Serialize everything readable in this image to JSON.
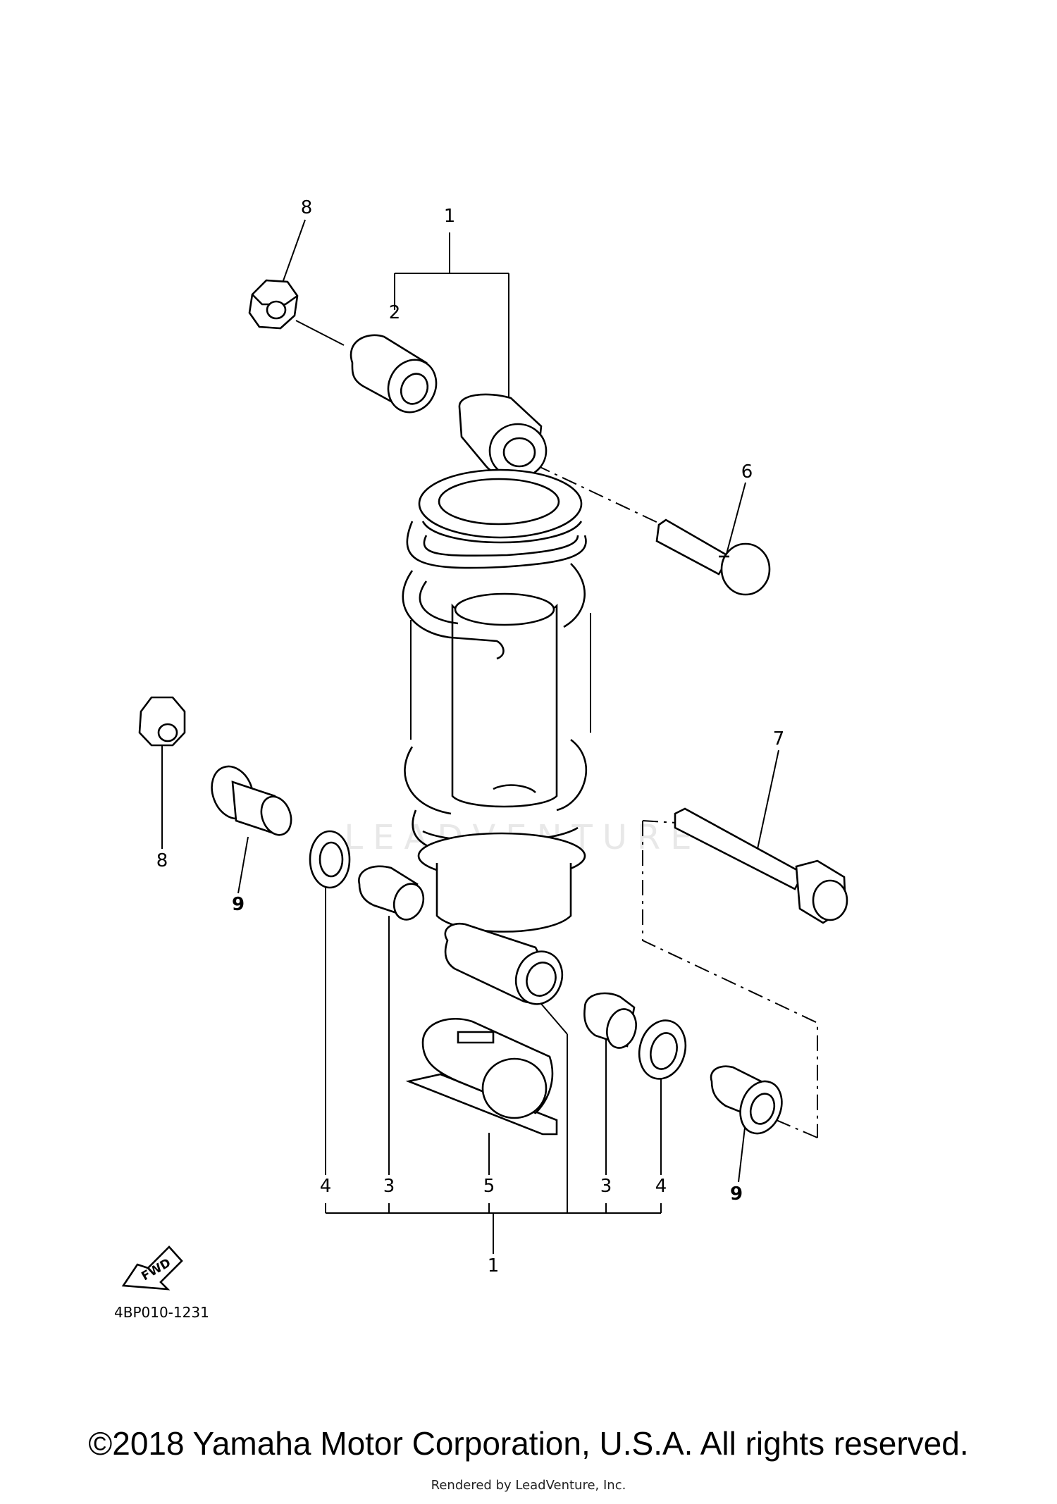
{
  "diagram": {
    "callouts": {
      "top_group": "1",
      "bottom_group": "1",
      "collar_top": "2",
      "bush_left": "3",
      "bush_right": "3",
      "seal_left": "4",
      "seal_right": "4",
      "protector": "5",
      "bolt_upper": "6",
      "bolt_lower": "7",
      "nut_top": "8",
      "nut_left": "8",
      "collar_left": "9",
      "collar_right": "9"
    },
    "figure_code": "4BP010-1231",
    "fwd_label": "FWD",
    "watermark": "LEADVENTURE"
  },
  "footer": {
    "copyright": "©2018 Yamaha Motor Corporation, U.S.A. All rights reserved.",
    "rendered_by": "Rendered by LeadVenture, Inc."
  }
}
